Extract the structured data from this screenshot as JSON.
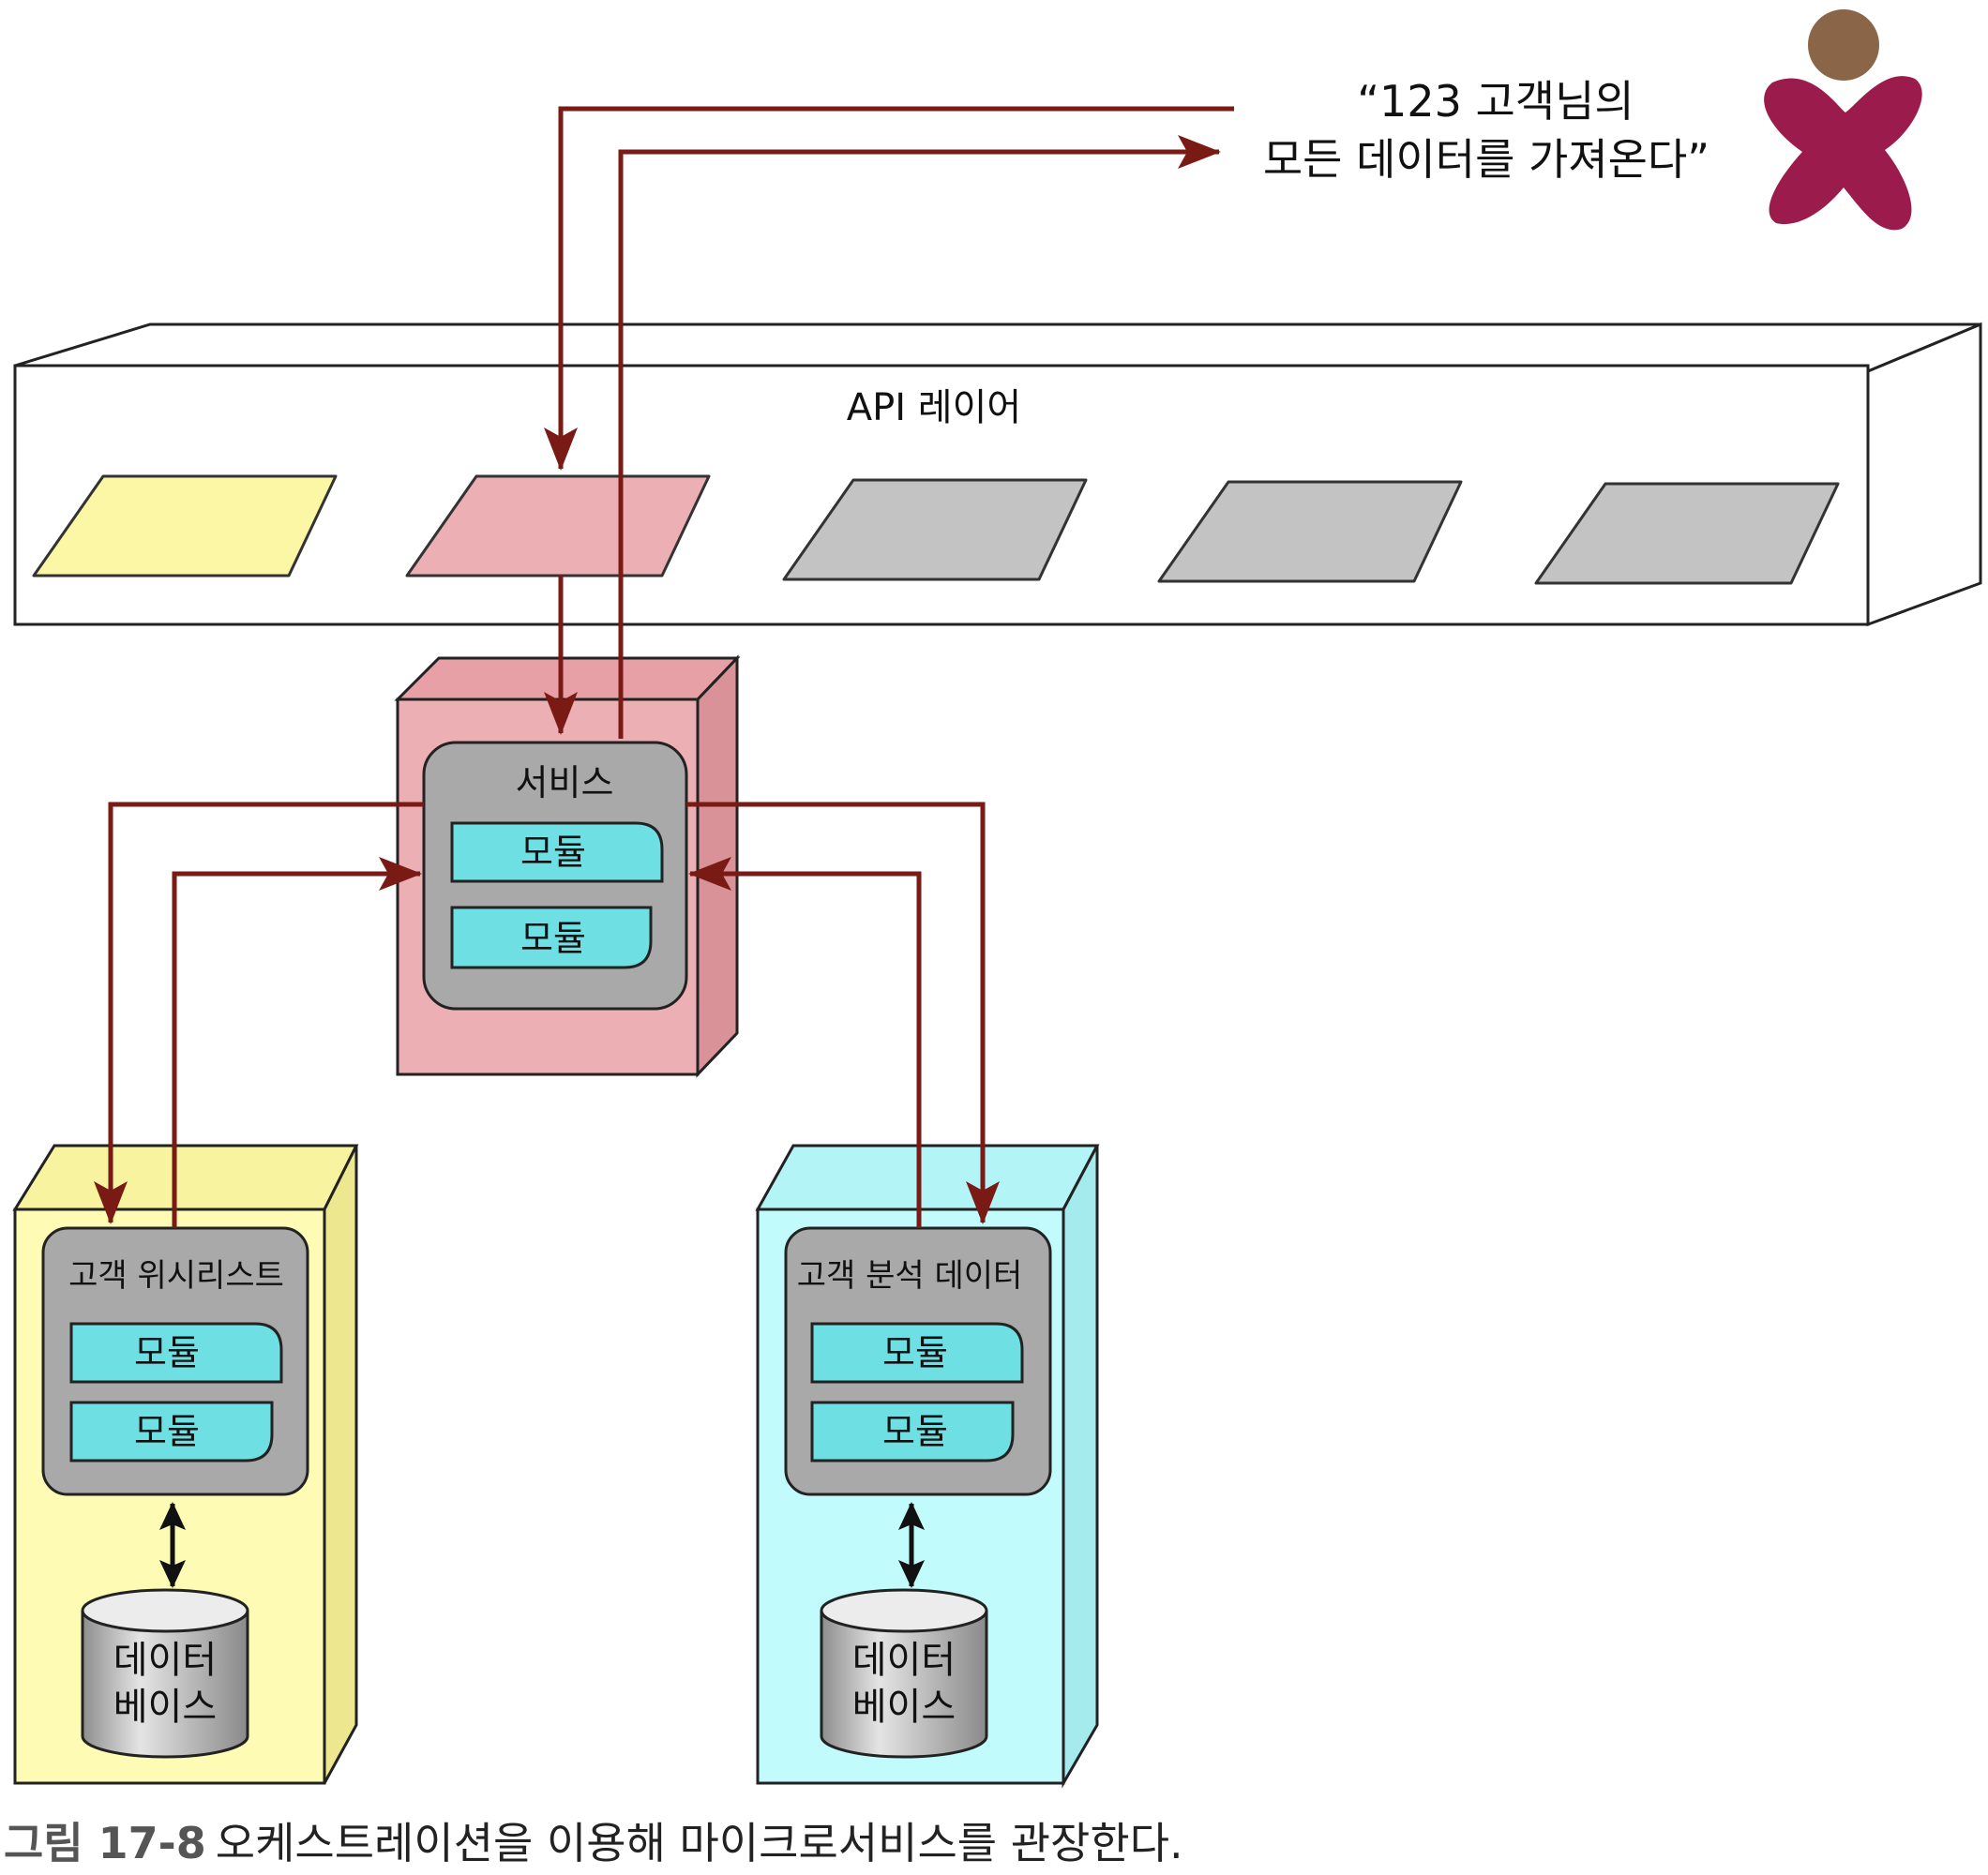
{
  "quote": {
    "line1": "“123 고객님의",
    "line2": "모든 데이터를 가져온다”"
  },
  "api_layer": {
    "label": "API 레이어"
  },
  "api_slots": [
    {
      "color": "#fbf7a4"
    },
    {
      "color": "#ecb0b4"
    },
    {
      "color": "#c3c3c3"
    },
    {
      "color": "#c3c3c3"
    },
    {
      "color": "#c3c3c3"
    }
  ],
  "service": {
    "label": "서비스",
    "modules": [
      "모듈",
      "모듈"
    ],
    "box_color": "#ecb0b4"
  },
  "wishlist": {
    "label": "고객 위시리스트",
    "modules": [
      "모듈",
      "모듈"
    ],
    "box_color": "#fdfbb4",
    "db": {
      "line1": "데이터",
      "line2": "베이스"
    }
  },
  "analytics": {
    "label": "고객 분석 데이터",
    "modules": [
      "모듈",
      "모듈"
    ],
    "box_color": "#c1fbfc",
    "db": {
      "line1": "데이터",
      "line2": "베이스"
    }
  },
  "caption": {
    "number": "그림 17-8",
    "text": "오케스트레이션을 이용해 마이크로서비스를 관장한다."
  },
  "colors": {
    "arrow": "#7a1a14",
    "module": "#6ee0e3",
    "inner_box": "#a9a9a9",
    "customer": "#9b1c4c",
    "customer_head": "#8b6547"
  },
  "icons": {
    "customer": "customer-icon",
    "database": "database-icon"
  }
}
